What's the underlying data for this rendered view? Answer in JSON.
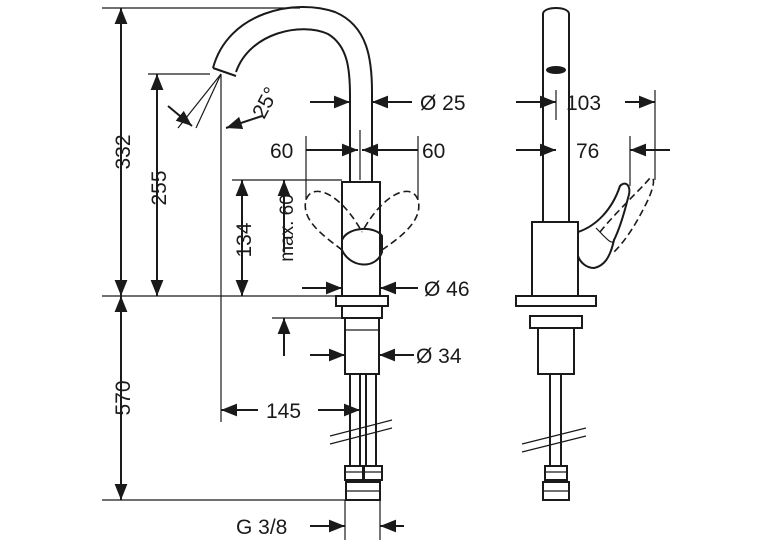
{
  "labels": {
    "height_total": "332",
    "height_spout": "255",
    "angle": "25°",
    "height_lever": "134",
    "lever_max": "max. 60",
    "dia_spout": "Ø 25",
    "swing_left": "60",
    "swing_right": "60",
    "dia_body": "Ø 46",
    "dia_shank": "Ø 34",
    "hose_length": "570",
    "reach": "145",
    "thread": "G 3/8",
    "side_depth": "103",
    "side_lever": "76"
  }
}
